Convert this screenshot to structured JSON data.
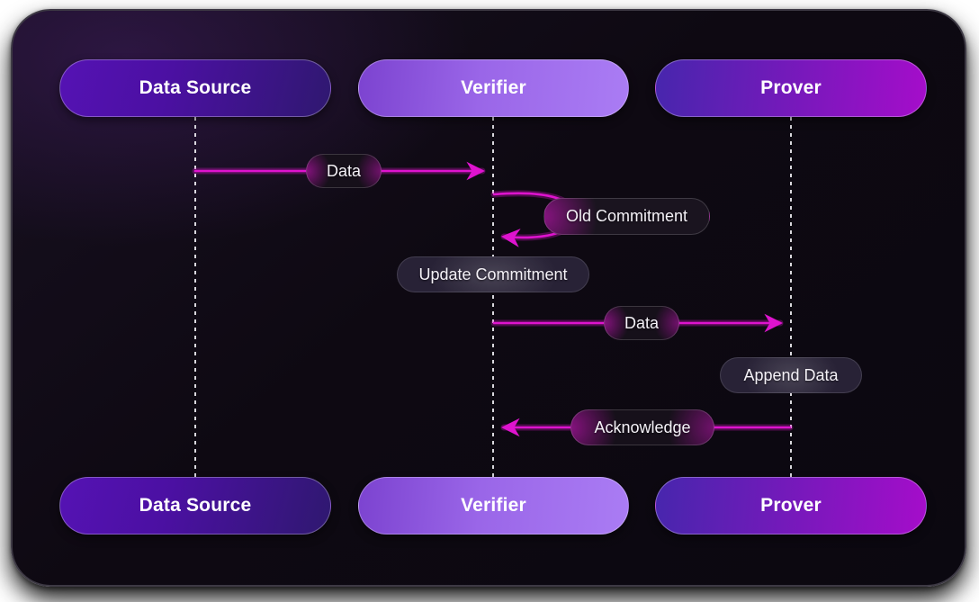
{
  "diagram": {
    "kind": "sequence-diagram",
    "theme": "dark"
  },
  "colors": {
    "arrow_accent": "#de13ce",
    "card_background": "#0e0912",
    "card_border": "#3d3944",
    "lifeline": "#eceaf0",
    "actor_text": "#ffffff",
    "datasource_gradient_start": "#5512b4",
    "datasource_gradient_end": "#2f1870",
    "verifier_gradient_start": "#7c43d0",
    "verifier_gradient_end": "#aa7cf4",
    "prover_gradient_start": "#4726ad",
    "prover_gradient_end": "#a50dca",
    "label_pill_background": "#16101a",
    "note_pill_background": "#282236"
  },
  "actors": {
    "top": [
      {
        "label": "Data Source"
      },
      {
        "label": "Verifier"
      },
      {
        "label": "Prover"
      }
    ],
    "bottom": [
      {
        "label": "Data Source"
      },
      {
        "label": "Verifier"
      },
      {
        "label": "Prover"
      }
    ]
  },
  "messages": [
    {
      "label": "Data",
      "from": "Data Source",
      "to": "Verifier"
    },
    {
      "label": "Old Commitment",
      "from": "Verifier",
      "to": "Verifier"
    },
    {
      "label": "Data",
      "from": "Verifier",
      "to": "Prover"
    },
    {
      "label": "Acknowledge",
      "from": "Prover",
      "to": "Verifier"
    }
  ],
  "notes": [
    {
      "label": "Update Commitment",
      "on": "Verifier"
    },
    {
      "label": "Append Data",
      "on": "Prover"
    }
  ]
}
